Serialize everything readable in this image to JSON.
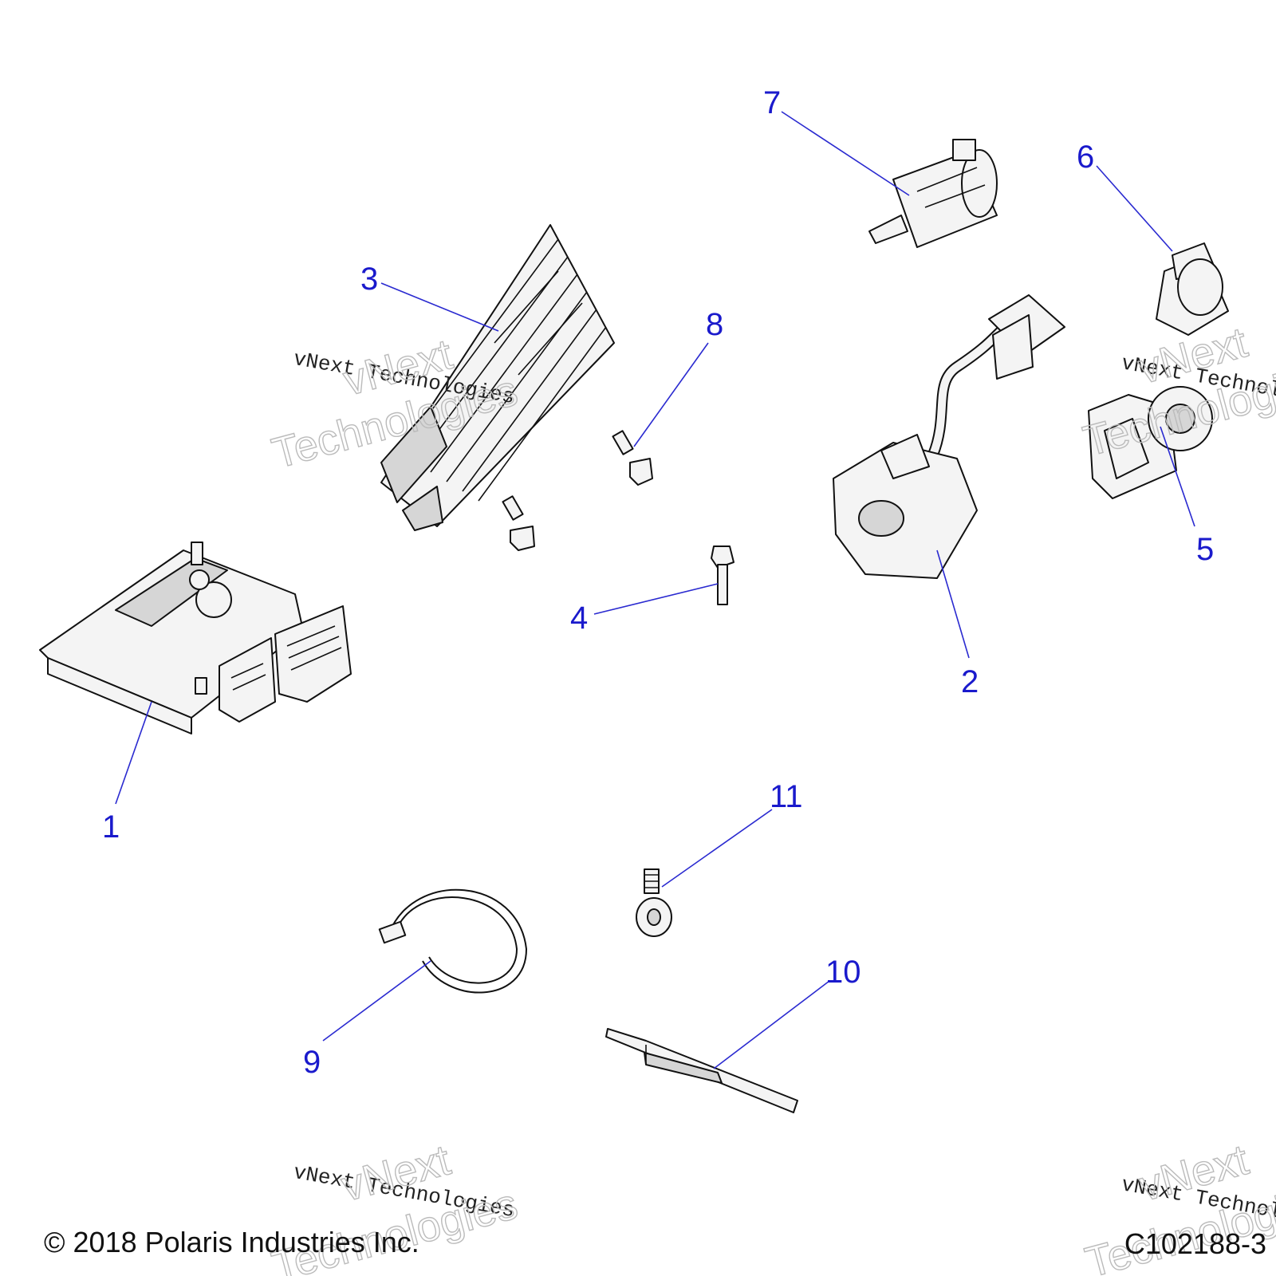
{
  "callouts": [
    {
      "id": "1",
      "label": "1"
    },
    {
      "id": "2",
      "label": "2"
    },
    {
      "id": "3",
      "label": "3"
    },
    {
      "id": "4",
      "label": "4"
    },
    {
      "id": "5",
      "label": "5"
    },
    {
      "id": "6",
      "label": "6"
    },
    {
      "id": "7",
      "label": "7"
    },
    {
      "id": "8",
      "label": "8"
    },
    {
      "id": "9",
      "label": "9"
    },
    {
      "id": "10",
      "label": "10"
    },
    {
      "id": "11",
      "label": "11"
    }
  ],
  "watermark": {
    "line_small": "vNext Technologies",
    "line_big_1": "vNext",
    "line_big_2": "Technologies"
  },
  "footer": {
    "copyright": "© 2018 Polaris Industries Inc.",
    "diagram_code": "C102188-3"
  },
  "colors": {
    "callout": "#1a1acc",
    "leader": "#2a2ad0",
    "line_art": "#111111"
  }
}
